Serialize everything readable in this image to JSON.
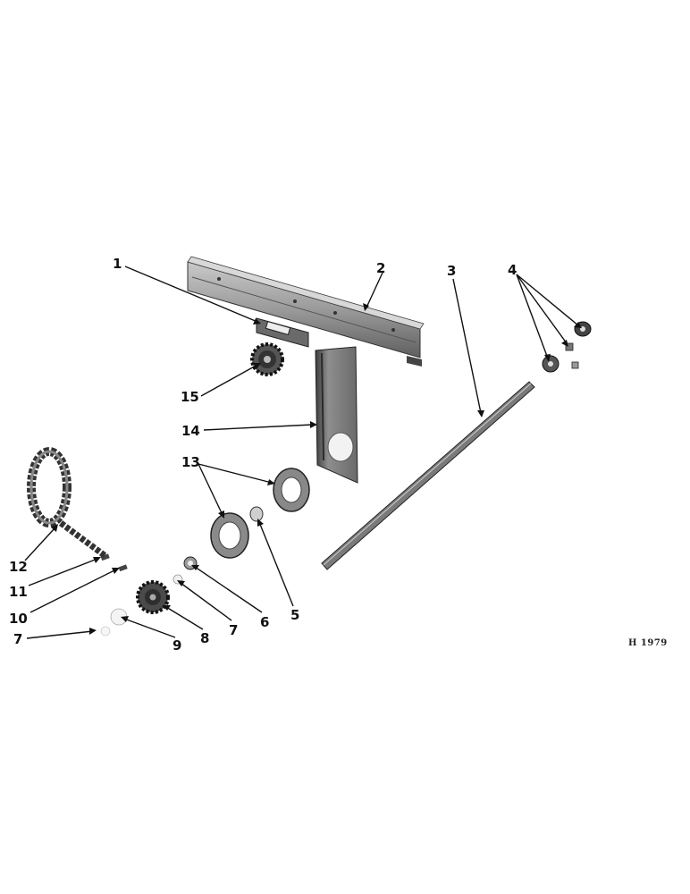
{
  "figure_code": "H 1979",
  "callouts": [
    {
      "id": "c1",
      "label": "1"
    },
    {
      "id": "c2",
      "label": "2"
    },
    {
      "id": "c3",
      "label": "3"
    },
    {
      "id": "c4",
      "label": "4"
    },
    {
      "id": "c5",
      "label": "5"
    },
    {
      "id": "c6",
      "label": "6"
    },
    {
      "id": "c7a",
      "label": "7"
    },
    {
      "id": "c7b",
      "label": "7"
    },
    {
      "id": "c8",
      "label": "8"
    },
    {
      "id": "c9",
      "label": "9"
    },
    {
      "id": "c10",
      "label": "10"
    },
    {
      "id": "c11",
      "label": "11"
    },
    {
      "id": "c12",
      "label": "12"
    },
    {
      "id": "c13",
      "label": "13"
    },
    {
      "id": "c14",
      "label": "14"
    },
    {
      "id": "c15",
      "label": "15"
    }
  ]
}
